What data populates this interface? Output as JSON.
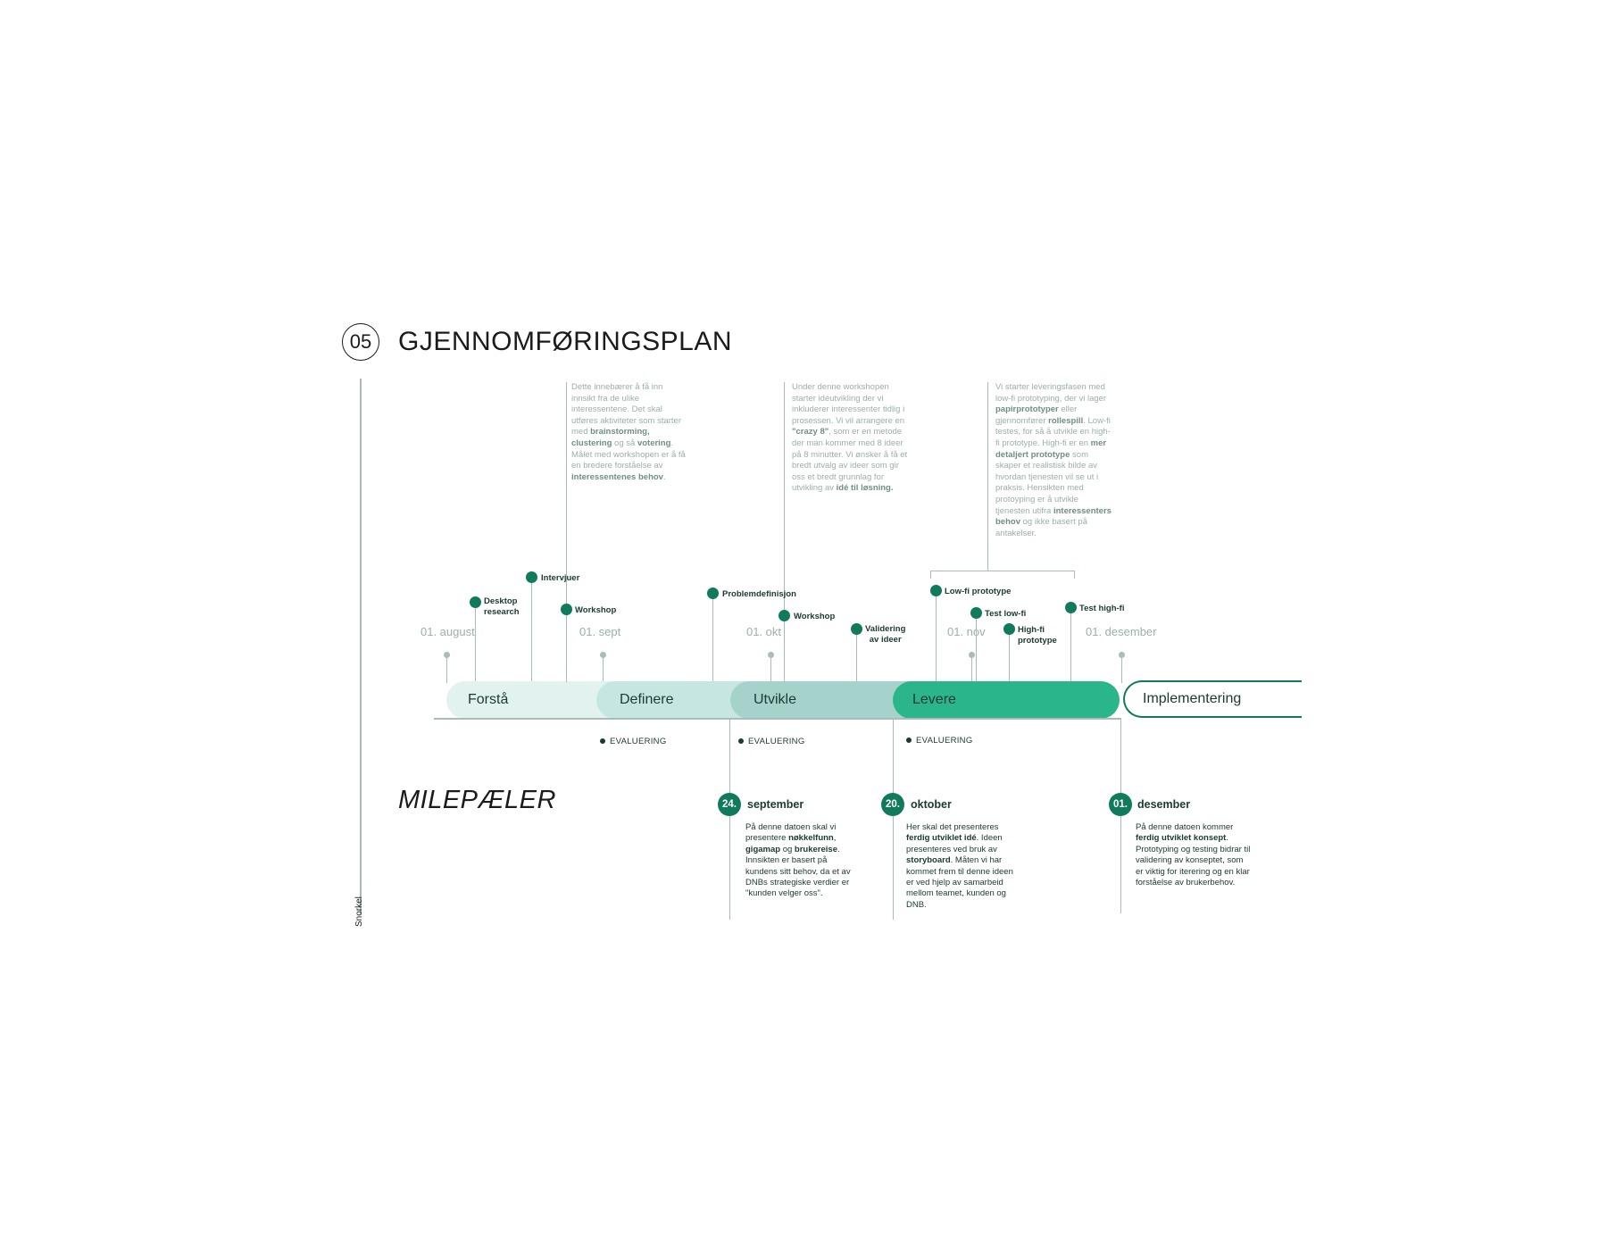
{
  "header": {
    "number": "05",
    "title": "GJENNOMFØRINGSPLAN"
  },
  "descriptions": {
    "forsta": {
      "html": "Dette innebærer å få inn innsikt fra de ulike interessentene. Det skal utføres aktiviteter som starter med <b>brainstorming, clustering</b> og så <b>votering</b>. Målet med workshopen er å få en bredere forståelse av <b>interessentenes behov</b>."
    },
    "utvikle": {
      "html": "Under denne workshopen starter idéutvikling der vi inkluderer interessenter tidlig i prosessen. Vi vil arrangere en <b>\"crazy 8\"</b>, som er en metode der man kommer med 8 ideer på 8 minutter. Vi ønsker å få et bredt utvalg av ideer som gir oss et bredt  grunnlag for utvikling av <b>idé til løsning.</b>"
    },
    "levere": {
      "html": "Vi starter leveringsfasen med low-fi prototyping, der vi lager <b>papirprototyper</b> eller gjennomfører <b>rollespill</b>. Low-fi testes, for så å utvikle en high-fi prototype. High-fi er en <b>mer detaljert prototype</b> som skaper et realistisk bilde av hvordan tjenesten vil se ut i praksis. Hensikten med protoyping er å utvikle tjenesten utifra <b>interessenters behov</b> og ikke basert på antakelser."
    }
  },
  "dates": [
    "01. august",
    "01. sept",
    "01. okt",
    "01. nov",
    "01. desember"
  ],
  "activities": {
    "desktop_research": "Desktop\nresearch",
    "intervjuer": "Intervjuer",
    "workshop1": "Workshop",
    "problemdefinisjon": "Problemdefinisjon",
    "workshop2": "Workshop",
    "validering": "Validering\nav ideer",
    "lowfi": "Low-fi prototype",
    "test_lowfi": "Test low-fi",
    "highfi": "High-fi\nprototype",
    "test_highfi": "Test high-fi"
  },
  "phases": [
    "Forstå",
    "Definere",
    "Utvikle",
    "Levere",
    "Implementering"
  ],
  "evaluation_label": "EVALUERING",
  "milestones_title": "MILEPÆLER",
  "milestones": [
    {
      "num": "24.",
      "month": "september",
      "html": "På denne datoen skal vi presentere <b>nøkkelfunn</b>, <b>gigamap</b> og <b>brukereise</b>. Innsikten er basert på kundens sitt behov, da et av DNBs strategiske verdier er \"kunden velger oss\"."
    },
    {
      "num": "20.",
      "month": "oktober",
      "html": "Her skal det presenteres <b>ferdig utviklet idé</b>. Ideen presenteres ved bruk av <b>storyboard</b>. Måten vi har kommet frem til denne ideen er ved hjelp av samarbeid mellom teamet, kunden og DNB."
    },
    {
      "num": "01.",
      "month": "desember",
      "html": "På denne datoen kommer <b>ferdig utviklet konsept</b>. Prototyping og testing bidrar til validering av konseptet, som er viktig for iterering og en klar forståelse av brukerbehov."
    }
  ],
  "footer": "Snorkel",
  "colors": {
    "accent": "#117a5c",
    "levere": "#2bb58a",
    "utvikle": "#a5d3cc",
    "definere": "#c6e7e1",
    "forsta": "#e2f2ef"
  }
}
